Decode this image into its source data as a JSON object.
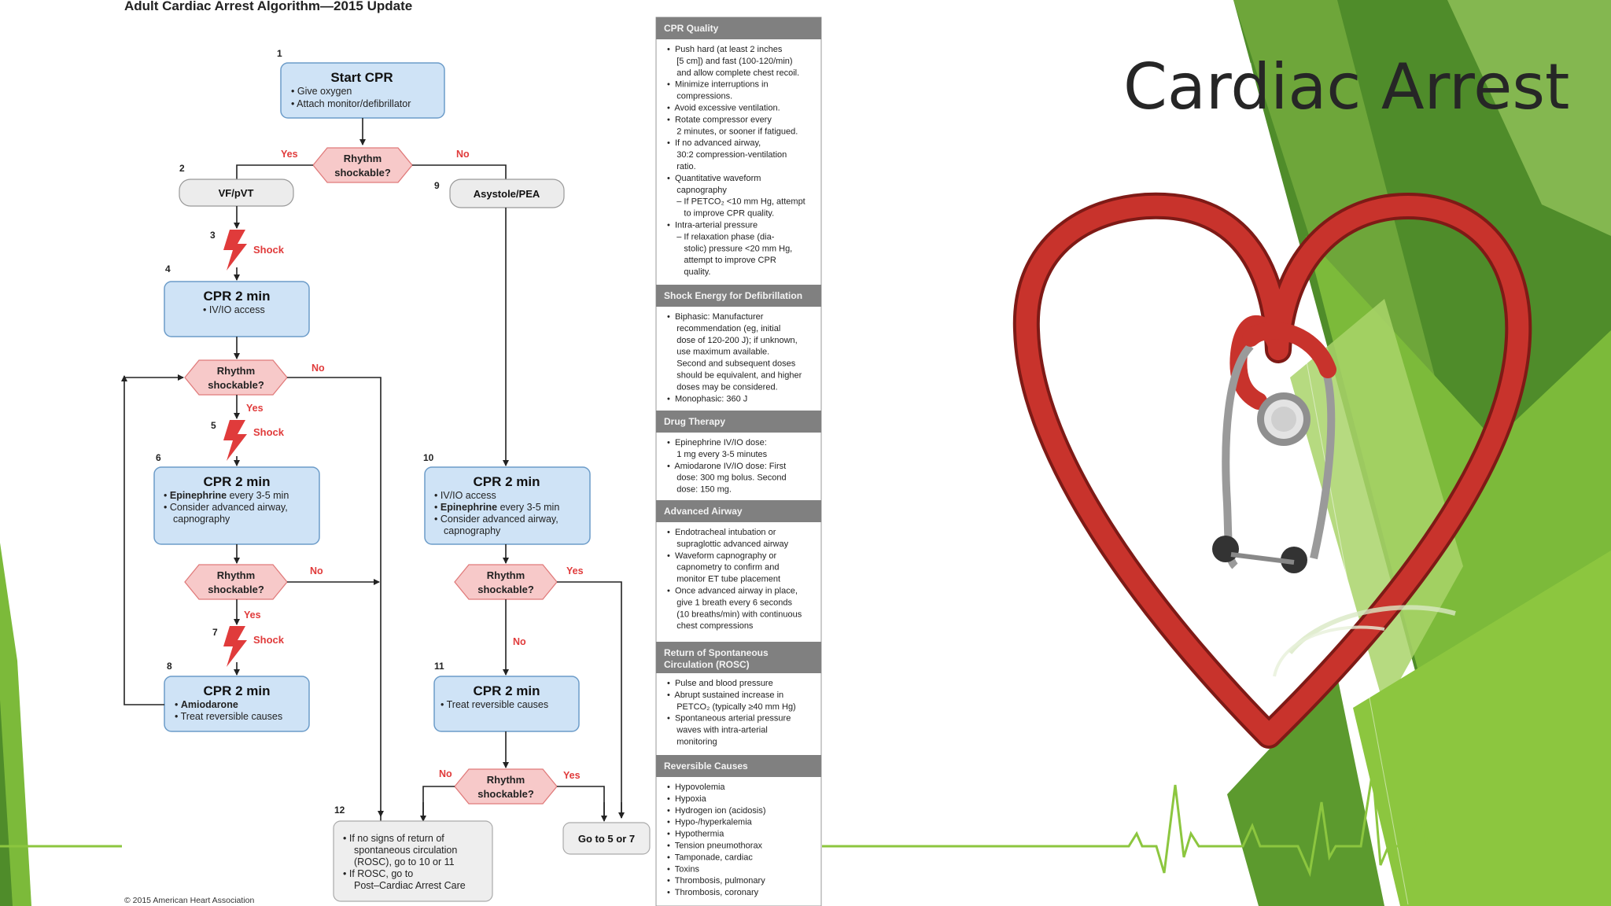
{
  "slide": {
    "title": "Cardiac Arrest",
    "colors": {
      "green_dark": "#4f8c2a",
      "green_mid": "#7cba3a",
      "green_light": "#a9d36a",
      "heart_red": "#c8332c",
      "ecg_line": "#8cc63f"
    },
    "icons": [
      "heart-stethoscope-illustration",
      "ecg-waveform"
    ]
  },
  "algorithm": {
    "title": "Adult Cardiac Arrest Algorithm—2015 Update",
    "copyright": "© 2015 American Heart Association",
    "labels": {
      "yes": "Yes",
      "no": "No",
      "shock": "Shock",
      "rhythm_line1": "Rhythm",
      "rhythm_line2": "shockable?"
    },
    "steps": {
      "s1": {
        "num": "1",
        "title": "Start CPR",
        "items": [
          "Give oxygen",
          "Attach monitor/defibrillator"
        ]
      },
      "s2": {
        "num": "2",
        "title": "VF/pVT"
      },
      "s3": {
        "num": "3"
      },
      "s4": {
        "num": "4",
        "title": "CPR 2 min",
        "items": [
          "IV/IO access"
        ]
      },
      "s5": {
        "num": "5"
      },
      "s6": {
        "num": "6",
        "title": "CPR 2 min",
        "items": [
          {
            "bold": "Epinephrine",
            "text": " every 3-5 min"
          },
          {
            "bold": "",
            "text": "Consider advanced airway,"
          },
          {
            "bold": "",
            "text": "capnography"
          }
        ]
      },
      "s7": {
        "num": "7"
      },
      "s8": {
        "num": "8",
        "title": "CPR 2 min",
        "items": [
          {
            "bold": "Amiodarone",
            "text": ""
          },
          {
            "bold": "",
            "text": "Treat reversible causes"
          }
        ]
      },
      "s9": {
        "num": "9",
        "title": "Asystole/PEA"
      },
      "s10": {
        "num": "10",
        "title": "CPR 2 min",
        "items": [
          {
            "bold": "",
            "text": "IV/IO access"
          },
          {
            "bold": "Epinephrine",
            "text": " every 3-5 min"
          },
          {
            "bold": "",
            "text": "Consider advanced airway,"
          },
          {
            "bold": "",
            "text": "capnography"
          }
        ]
      },
      "s11": {
        "num": "11",
        "title": "CPR 2 min",
        "items": [
          "Treat reversible causes"
        ]
      },
      "s12": {
        "num": "12",
        "lines": [
          "If no signs of return of",
          "spontaneous circulation",
          "(ROSC), go to 10 or 11",
          "If ROSC, go to",
          "Post–Cardiac Arrest Care"
        ]
      },
      "goto": {
        "label": "Go to 5 or 7"
      }
    }
  },
  "sidebar": {
    "sections": [
      {
        "heading": "CPR Quality",
        "lines": [
          "•  Push hard (at least 2 inches",
          "    [5 cm]) and fast (100-120/min)",
          "    and allow complete chest recoil.",
          "•  Minimize interruptions in",
          "    compressions.",
          "•  Avoid excessive ventilation.",
          "•  Rotate compressor every",
          "    2 minutes, or sooner if fatigued.",
          "•  If no advanced airway,",
          "    30:2 compression-ventilation",
          "    ratio.",
          "•  Quantitative waveform",
          "    capnography",
          "    – If PETCO₂ <10 mm Hg, attempt",
          "       to improve CPR quality.",
          "•  Intra-arterial pressure",
          "    – If relaxation phase (dia-",
          "       stolic) pressure <20 mm Hg,",
          "       attempt to improve CPR",
          "       quality."
        ]
      },
      {
        "heading": "Shock Energy for Defibrillation",
        "lines": [
          "•  Biphasic: Manufacturer",
          "    recommendation (eg, initial",
          "    dose of 120-200 J); if unknown,",
          "    use maximum available.",
          "    Second and subsequent doses",
          "    should be equivalent, and higher",
          "    doses may be considered.",
          "•  Monophasic: 360 J"
        ]
      },
      {
        "heading": "Drug Therapy",
        "lines": [
          "•  Epinephrine IV/IO dose:",
          "    1 mg every 3-5 minutes",
          "•  Amiodarone IV/IO dose: First",
          "    dose: 300 mg bolus. Second",
          "    dose: 150 mg."
        ]
      },
      {
        "heading": "Advanced Airway",
        "lines": [
          "•  Endotracheal intubation or",
          "    supraglottic advanced airway",
          "•  Waveform capnography or",
          "    capnometry to confirm and",
          "    monitor ET tube placement",
          "•  Once advanced airway in place,",
          "    give 1 breath every 6 seconds",
          "    (10 breaths/min) with continuous",
          "    chest compressions"
        ]
      },
      {
        "heading": "Return of Spontaneous",
        "heading2": "Circulation (ROSC)",
        "lines": [
          "•  Pulse and blood pressure",
          "•  Abrupt sustained increase in",
          "    PETCO₂ (typically ≥40 mm Hg)",
          "•  Spontaneous arterial pressure",
          "    waves with intra-arterial",
          "    monitoring"
        ]
      },
      {
        "heading": "Reversible Causes",
        "lines": [
          "•  Hypovolemia",
          "•  Hypoxia",
          "•  Hydrogen ion (acidosis)",
          "•  Hypo-/hyperkalemia",
          "•  Hypothermia",
          "•  Tension pneumothorax",
          "•  Tamponade, cardiac",
          "•  Toxins",
          "•  Thrombosis, pulmonary",
          "•  Thrombosis, coronary"
        ]
      }
    ]
  }
}
